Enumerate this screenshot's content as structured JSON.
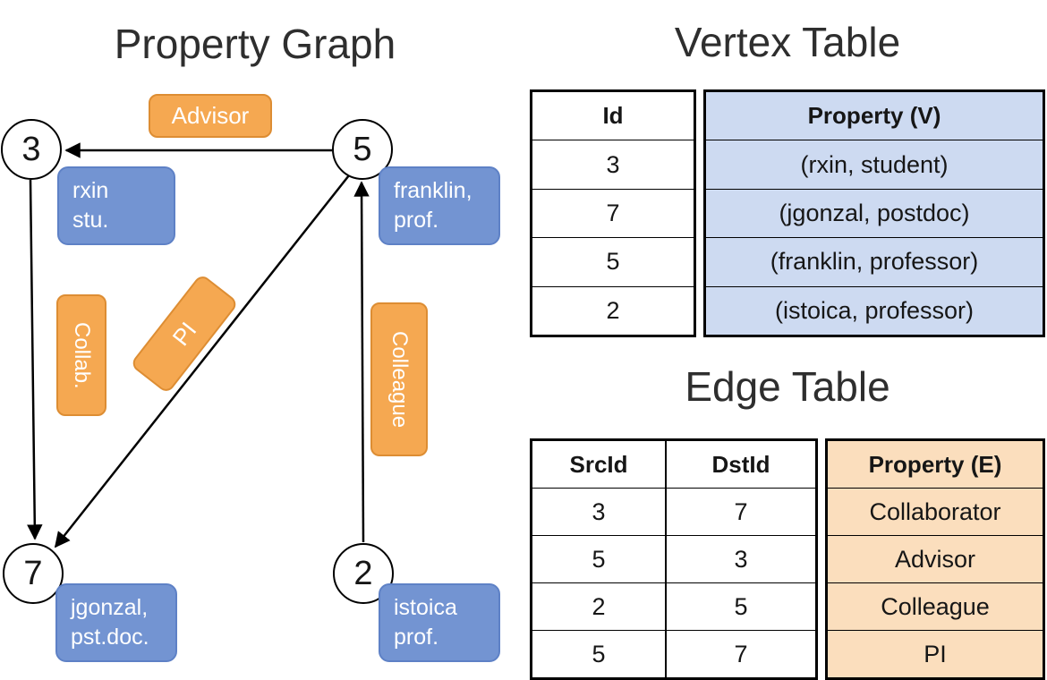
{
  "graph": {
    "title": "Property Graph",
    "vertices": [
      {
        "id": "3",
        "label_lines": [
          "rxin",
          "stu."
        ]
      },
      {
        "id": "5",
        "label_lines": [
          "franklin,",
          "prof."
        ]
      },
      {
        "id": "7",
        "label_lines": [
          "jgonzal,",
          "pst.doc."
        ]
      },
      {
        "id": "2",
        "label_lines": [
          "istoica",
          "prof."
        ]
      }
    ],
    "edge_labels": [
      "Advisor",
      "Collab.",
      "PI",
      "Colleague"
    ]
  },
  "vertex_table": {
    "title": "Vertex Table",
    "columns": [
      "Id",
      "Property (V)"
    ],
    "rows": [
      [
        "3",
        "(rxin, student)"
      ],
      [
        "7",
        "(jgonzal, postdoc)"
      ],
      [
        "5",
        "(franklin, professor)"
      ],
      [
        "2",
        "(istoica, professor)"
      ]
    ]
  },
  "edge_table": {
    "title": "Edge Table",
    "columns": [
      "SrcId",
      "DstId",
      "Property (E)"
    ],
    "rows": [
      [
        "3",
        "7",
        "Collaborator"
      ],
      [
        "5",
        "3",
        "Advisor"
      ],
      [
        "2",
        "5",
        "Colleague"
      ],
      [
        "5",
        "7",
        "PI"
      ]
    ]
  },
  "colors": {
    "edge_label_fill": "#F5A851",
    "edge_label_border": "#DD8D33",
    "vertex_label_fill": "#7394D2",
    "vertex_label_border": "#5E81C6",
    "vertex_property_bg": "#CDDAF1",
    "edge_property_bg": "#FBDEBD",
    "line_color": "#000000"
  }
}
